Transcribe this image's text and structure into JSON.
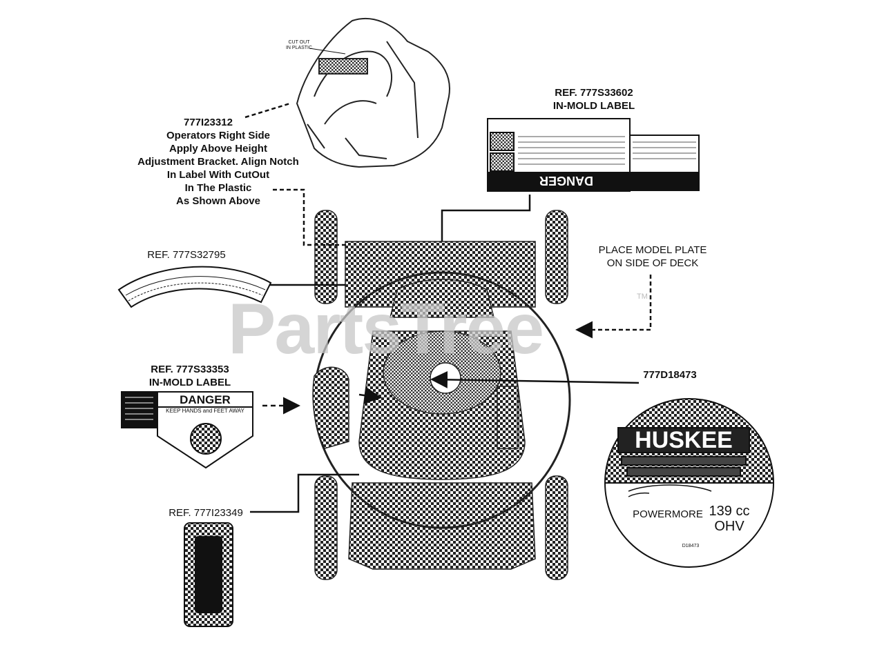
{
  "callouts": {
    "cutout": [
      "CUT OUT",
      "IN PLASTIC"
    ],
    "part_23312": {
      "number": "777I23312",
      "lines": [
        "Operators Right Side",
        "Apply Above Height",
        "Adjustment Bracket.  Align Notch",
        "In Label With CutOut",
        "In The Plastic",
        "As Shown Above"
      ]
    },
    "ref_33602": [
      "REF. 777S33602",
      "IN-MOLD LABEL"
    ],
    "ref_32795": "REF. 777S32795",
    "model_plate": [
      "PLACE MODEL PLATE",
      "ON SIDE OF DECK"
    ],
    "ref_33353": [
      "REF. 777S33353",
      "IN-MOLD LABEL"
    ],
    "part_18473": "777D18473",
    "ref_23349": "REF. 777I23349"
  },
  "decals": {
    "danger_33353": {
      "title": "DANGER",
      "subtitle": "KEEP HANDS and FEET AWAY"
    },
    "danger_33602": {
      "title": "DANGER"
    },
    "huskee": {
      "brand": "HUSKEE",
      "engine": "POWERMORE",
      "displacement": "139 cc",
      "valve": "OHV",
      "code": "D18473"
    }
  },
  "watermark": {
    "text": "PartsTree",
    "tm": "TM"
  },
  "colors": {
    "ink": "#111111",
    "watermark": "#c8c8c8"
  }
}
